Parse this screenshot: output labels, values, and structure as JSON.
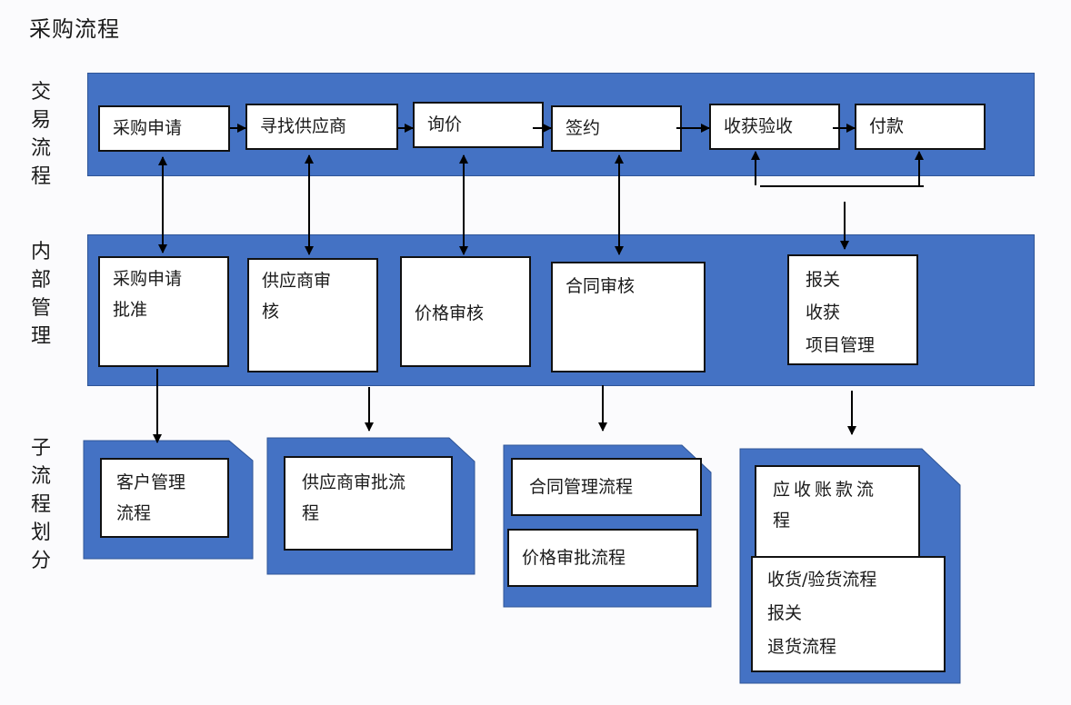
{
  "title": "采购流程",
  "lanes": [
    {
      "label": "交\n易\n流\n程"
    },
    {
      "label": "内\n部\n管\n理"
    },
    {
      "label": "子\n流\n程\n划\n分"
    }
  ],
  "transaction_flow": {
    "steps": [
      "采购申请",
      "寻找供应商",
      "询价",
      "签约",
      "收获验收",
      "付款"
    ]
  },
  "internal_management": {
    "items": [
      "采购申请\n批准",
      "供应商审\n核",
      "价格审核",
      "合同审核",
      "报关\n收获\n项目管理"
    ]
  },
  "subprocesses": {
    "groups": [
      {
        "items": [
          "客户管理\n流程"
        ]
      },
      {
        "items": [
          "供应商审批流\n程"
        ]
      },
      {
        "items": [
          "合同管理流程",
          "价格审批流程"
        ]
      },
      {
        "items": [
          "应收账款流\n程",
          "收货/验货流程\n报关\n退货流程"
        ]
      }
    ]
  },
  "colors": {
    "band_fill": "#4472c4",
    "band_border": "#2f5597",
    "box_fill": "#ffffff",
    "arrow": "#000000"
  }
}
